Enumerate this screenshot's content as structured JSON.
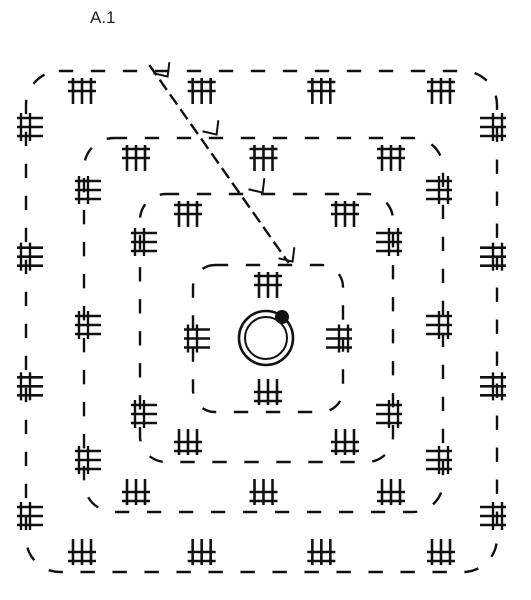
{
  "title": "A.1",
  "colors": {
    "ink": "#111111",
    "background": "#ffffff"
  },
  "legend_symbols": {
    "chain": "short-dash",
    "treble": "treble-crochet-symbol",
    "magic_ring": "ring-symbol",
    "slip_stitch": "filled-dot-symbol",
    "direction_arrow": "dashed-arrow"
  },
  "rounds": [
    {
      "round": 1,
      "groups_per_side": 1,
      "stitches_per_group": 3
    },
    {
      "round": 2,
      "groups_per_side": 2,
      "stitches_per_group": 3
    },
    {
      "round": 3,
      "groups_per_side": 3,
      "stitches_per_group": 3
    },
    {
      "round": 4,
      "groups_per_side": 4,
      "stitches_per_group": 3
    }
  ]
}
